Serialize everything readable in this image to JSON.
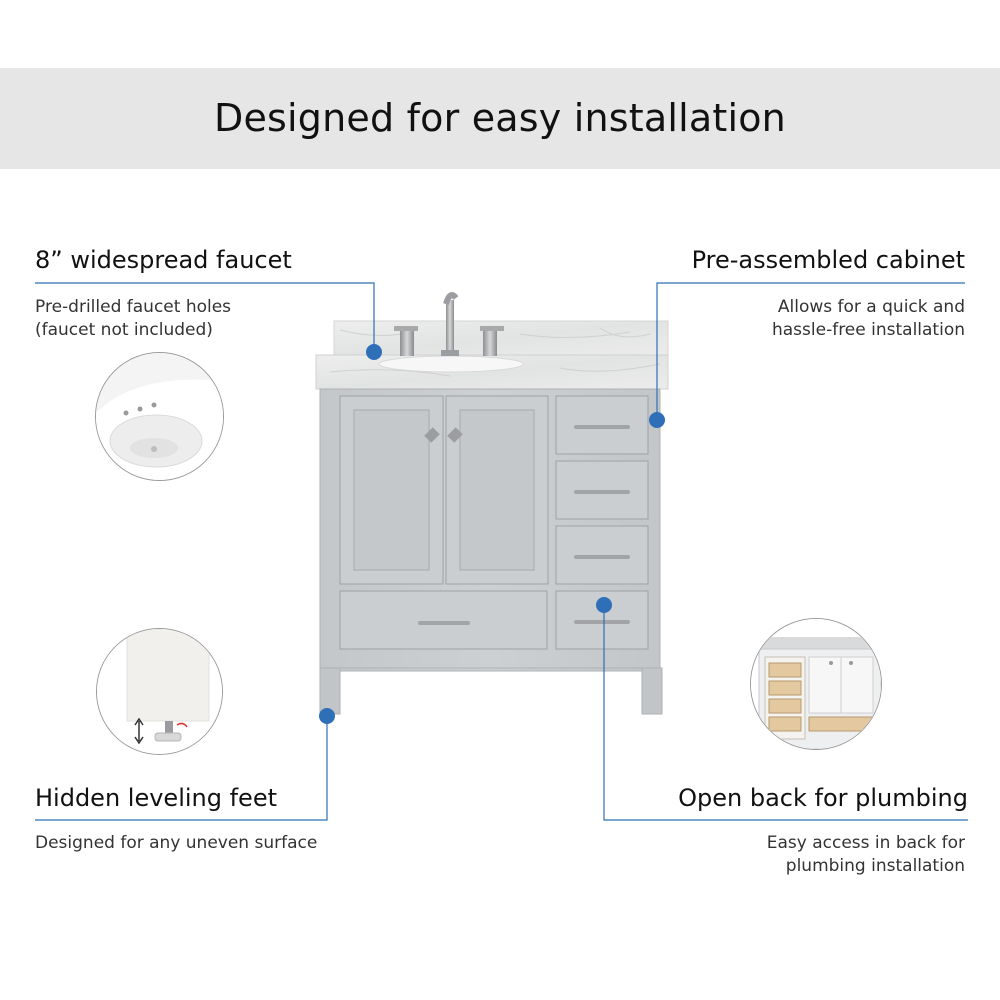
{
  "banner": {
    "title": "Designed for easy installation"
  },
  "callouts": {
    "faucet": {
      "title": "8” widespread faucet",
      "desc_lines": [
        "Pre-drilled faucet holes",
        "(faucet not included)"
      ]
    },
    "cabinet": {
      "title": "Pre-assembled cabinet",
      "desc_lines": [
        "Allows for  a quick and",
        "hassle-free installation"
      ]
    },
    "feet": {
      "title": "Hidden leveling feet",
      "desc_lines": [
        "Designed for any uneven surface"
      ]
    },
    "plumbing": {
      "title": "Open back for plumbing",
      "desc_lines": [
        "Easy access in back for",
        "plumbing installation"
      ]
    }
  },
  "colors": {
    "accent_blue": "#2f6fb8",
    "banner_bg": "#e6e6e6",
    "cabinet_gray": "#c9ccce",
    "marble": "#e9eaea",
    "hardware": "#a9a9ab"
  },
  "icons": [
    "faucet-holes-detail-image",
    "leveling-foot-detail-image",
    "open-back-detail-image",
    "vanity-product-image"
  ]
}
